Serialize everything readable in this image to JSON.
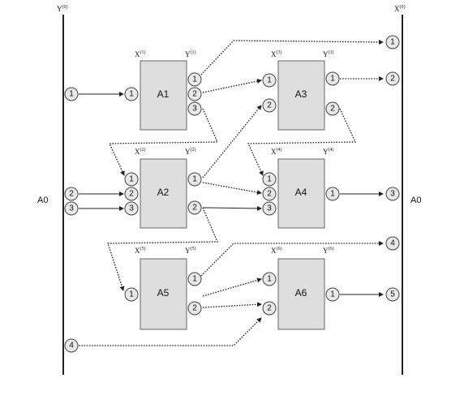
{
  "vars": {
    "Y0": {
      "base": "Y",
      "sup": "(0)"
    },
    "X0": {
      "base": "X",
      "sup": "(0)"
    },
    "X1": {
      "base": "X",
      "sup": "(1)"
    },
    "Y1": {
      "base": "Y",
      "sup": "(1)"
    },
    "X2": {
      "base": "X",
      "sup": "(2)"
    },
    "Y2": {
      "base": "Y",
      "sup": "(2)"
    },
    "X3": {
      "base": "X",
      "sup": "(3)"
    },
    "Y3": {
      "base": "Y",
      "sup": "(3)"
    },
    "X4": {
      "base": "X",
      "sup": "(4)"
    },
    "Y4": {
      "base": "Y",
      "sup": "(4)"
    },
    "X5": {
      "base": "X",
      "sup": "(5)"
    },
    "Y5": {
      "base": "Y",
      "sup": "(5)"
    },
    "X6": {
      "base": "X",
      "sup": "(6)"
    },
    "Y6": {
      "base": "Y",
      "sup": "(6)"
    }
  },
  "a0_left": "A0",
  "a0_right": "A0",
  "blocks": {
    "A1": "A1",
    "A2": "A2",
    "A3": "A3",
    "A4": "A4",
    "A5": "A5",
    "A6": "A6"
  },
  "ports": {
    "left_bus": [
      "1",
      "2",
      "3",
      "4"
    ],
    "right_bus": [
      "1",
      "2",
      "3",
      "4",
      "5"
    ],
    "A1_in": [
      "1"
    ],
    "A1_out": [
      "1",
      "2",
      "3"
    ],
    "A2_in": [
      "1",
      "2",
      "3"
    ],
    "A2_out": [
      "1",
      "2"
    ],
    "A3_in": [
      "1",
      "2"
    ],
    "A3_out": [
      "1",
      "2"
    ],
    "A4_in": [
      "1",
      "2",
      "3"
    ],
    "A4_out": [
      "1"
    ],
    "A5_in": [
      "1"
    ],
    "A5_out": [
      "1",
      "2"
    ],
    "A6_in": [
      "1",
      "2"
    ],
    "A6_out": [
      "1"
    ]
  }
}
